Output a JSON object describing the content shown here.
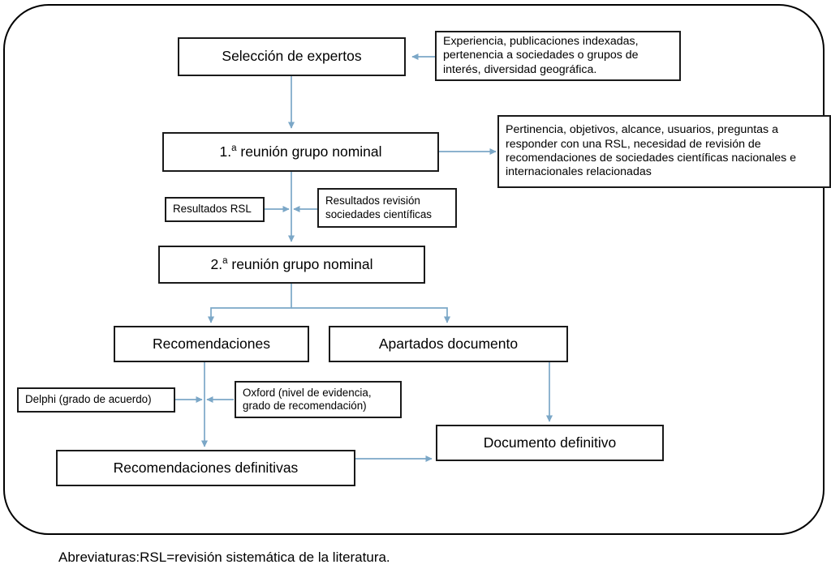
{
  "diagram": {
    "title_caption": "Abreviaturas:RSL=revisión sistemática de la literatura.",
    "accent_color": "#7BA7C7",
    "border_color": "#1a1a1a",
    "background_color": "#ffffff",
    "nodes": {
      "seleccion_expertos": {
        "label": "Selección de expertos"
      },
      "criterios_expertos": {
        "label": "Experiencia, publicaciones indexadas, pertenencia a sociedades o grupos de interés, diversidad geográfica."
      },
      "reunion_1": {
        "label_prefix": "1.",
        "label_ordinal": "a",
        "label_suffix": " reunión grupo nominal",
        "label_full": "1.ª reunión grupo nominal"
      },
      "contenidos_reunion_1": {
        "label": "Pertinencia, objetivos, alcance, usuarios, preguntas a responder con una RSL, necesidad de revisión de recomendaciones de sociedades científicas nacionales e internacionales relacionadas"
      },
      "resultados_rsl": {
        "label": "Resultados RSL"
      },
      "resultados_revision": {
        "label": "Resultados revisión sociedades científicas"
      },
      "reunion_2": {
        "label_prefix": "2.",
        "label_ordinal": "a",
        "label_suffix": " reunión grupo nominal",
        "label_full": "2.ª reunión grupo nominal"
      },
      "recomendaciones": {
        "label": "Recomendaciones"
      },
      "apartados_documento": {
        "label": "Apartados documento"
      },
      "delphi": {
        "label": "Delphi (grado de acuerdo)"
      },
      "oxford": {
        "label": "Oxford (nivel de evidencia, grado de recomendación)"
      },
      "recomendaciones_definitivas": {
        "label": "Recomendaciones definitivas"
      },
      "documento_definitivo": {
        "label": "Documento definitivo"
      }
    },
    "edges": [
      {
        "name": "criterios-to-seleccion",
        "from": "criterios_expertos",
        "to": "seleccion_expertos"
      },
      {
        "name": "seleccion-to-reunion1",
        "from": "seleccion_expertos",
        "to": "reunion_1"
      },
      {
        "name": "reunion1-to-contenidos",
        "from": "reunion_1",
        "to": "contenidos_reunion_1"
      },
      {
        "name": "reunion1-to-reunion2",
        "from": "reunion_1",
        "to": "reunion_2"
      },
      {
        "name": "resultados-rsl-to-junction",
        "from": "resultados_rsl",
        "to": "reunion_2"
      },
      {
        "name": "resultados-revision-to-junction",
        "from": "resultados_revision",
        "to": "reunion_2"
      },
      {
        "name": "reunion2-to-recomendaciones",
        "from": "reunion_2",
        "to": "recomendaciones"
      },
      {
        "name": "reunion2-to-apartados",
        "from": "reunion_2",
        "to": "apartados_documento"
      },
      {
        "name": "recomendaciones-to-definitivas",
        "from": "recomendaciones",
        "to": "recomendaciones_definitivas"
      },
      {
        "name": "delphi-to-junction",
        "from": "delphi",
        "to": "recomendaciones_definitivas"
      },
      {
        "name": "oxford-to-junction",
        "from": "oxford",
        "to": "recomendaciones_definitivas"
      },
      {
        "name": "apartados-to-documento",
        "from": "apartados_documento",
        "to": "documento_definitivo"
      },
      {
        "name": "definitivas-to-documento",
        "from": "recomendaciones_definitivas",
        "to": "documento_definitivo"
      }
    ]
  }
}
